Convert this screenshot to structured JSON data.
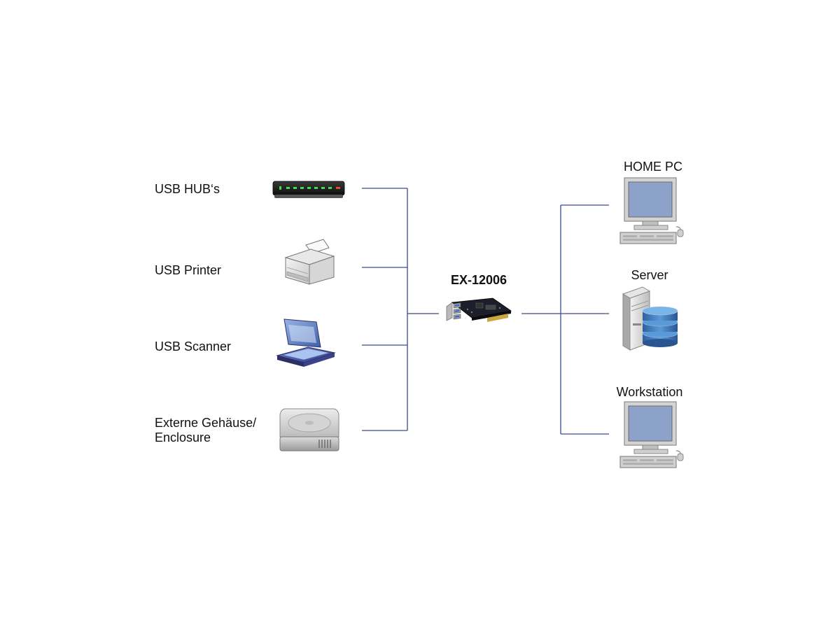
{
  "diagram": {
    "sources": [
      {
        "id": "usb-hub",
        "label": "USB HUB‘s",
        "icon": "usb-hub-icon"
      },
      {
        "id": "usb-printer",
        "label": "USB Printer",
        "icon": "printer-icon"
      },
      {
        "id": "usb-scanner",
        "label": "USB Scanner",
        "icon": "scanner-icon"
      },
      {
        "id": "external-enclosure",
        "label_line1": "Externe Gehäuse/",
        "label_line2": "Enclosure",
        "icon": "hard-drive-icon"
      }
    ],
    "center": {
      "label": "EX-12006",
      "icon": "pcie-card-icon"
    },
    "targets": [
      {
        "id": "home-pc",
        "label": "HOME PC",
        "icon": "computer-icon"
      },
      {
        "id": "server",
        "label": "Server",
        "icon": "server-database-icon"
      },
      {
        "id": "workstation",
        "label": "Workstation",
        "icon": "computer-icon"
      }
    ],
    "colors": {
      "connector": "#3a4a8c",
      "monitor_screen": "#8da2c9",
      "database": "#3f7fc2",
      "pcb": "#1c1f2a"
    }
  }
}
